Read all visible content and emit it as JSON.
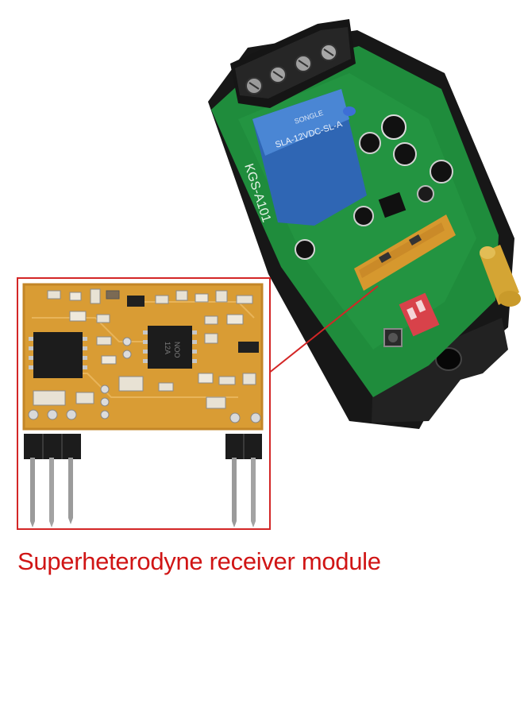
{
  "photo": {
    "caption": "Superheterodyne receiver module",
    "board_label": "KGS-A101",
    "relay_brand": "SONGLE",
    "relay_model": "SLA-12VDC-SL-A",
    "chip_marking": "12A",
    "chip_marking_2": "NOO"
  },
  "colors": {
    "caption": "#d01515",
    "callout_frame": "#d32626",
    "module_pcb": "#d99c34",
    "main_pcb": "#1f8c3c",
    "relay": "#3a78c8",
    "enclosure": "#1c1c1c"
  }
}
